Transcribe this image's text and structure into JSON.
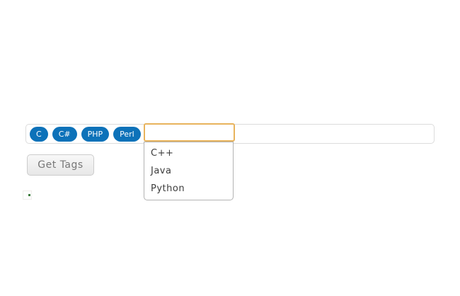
{
  "tag_input": {
    "tags": [
      {
        "label": "C"
      },
      {
        "label": "C#"
      },
      {
        "label": "PHP"
      },
      {
        "label": "Perl"
      }
    ],
    "input_value": "",
    "tag_color": "#0d72b9",
    "tag_text_color": "#ffffff",
    "focus_border_color": "#e8b35c",
    "container_border_color": "#dcdcdc"
  },
  "autocomplete": {
    "items": [
      {
        "label": "C++"
      },
      {
        "label": "Java"
      },
      {
        "label": "Python"
      }
    ],
    "border_color": "#b3b3b3",
    "text_color": "#3c3c3c"
  },
  "actions": {
    "get_tags_label": "Get Tags",
    "button_text_color": "#777777"
  },
  "icons": {
    "broken_image": "broken-image-icon"
  }
}
